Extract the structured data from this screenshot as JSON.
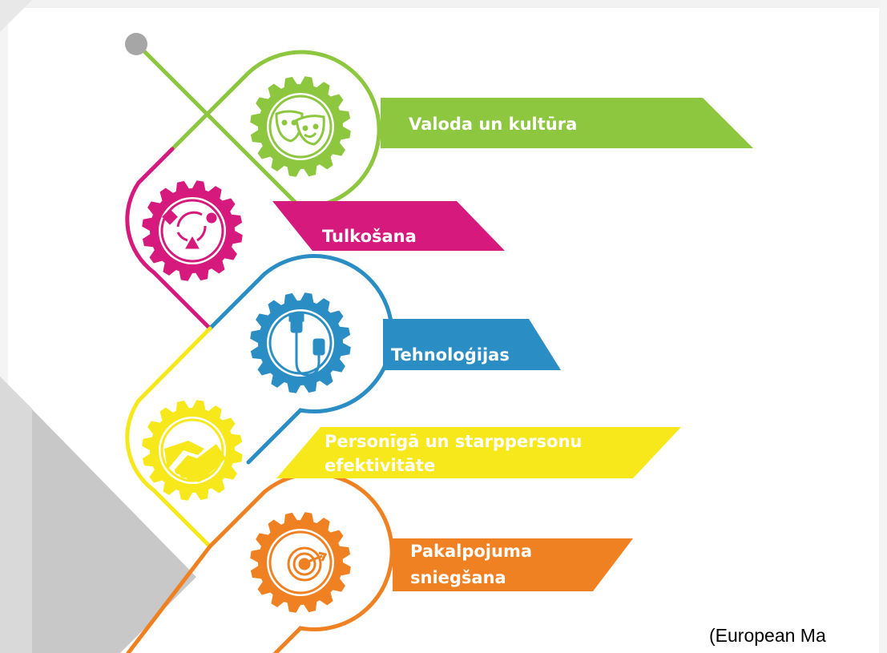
{
  "items": [
    {
      "id": "valoda",
      "label": "Valoda un kultūra",
      "color": "#8dc63f",
      "icon": "theater-masks-icon"
    },
    {
      "id": "tulkosana",
      "label": "Tulkošana",
      "color": "#d6197c",
      "icon": "translation-cycle-icon"
    },
    {
      "id": "tehnologijas",
      "label": "Tehnoloģijas",
      "color": "#2a8dc4",
      "icon": "usb-cable-icon"
    },
    {
      "id": "personiga",
      "label_line1": "Personīgā un starppersonu",
      "label_line2": "efektivitāte",
      "color": "#f7e81b",
      "icon": "handshake-icon"
    },
    {
      "id": "pakalpojuma",
      "label_line1": "Pakalpojuma",
      "label_line2": "sniegšana",
      "color": "#f08122",
      "icon": "target-icon"
    }
  ],
  "source": "(European Ma"
}
